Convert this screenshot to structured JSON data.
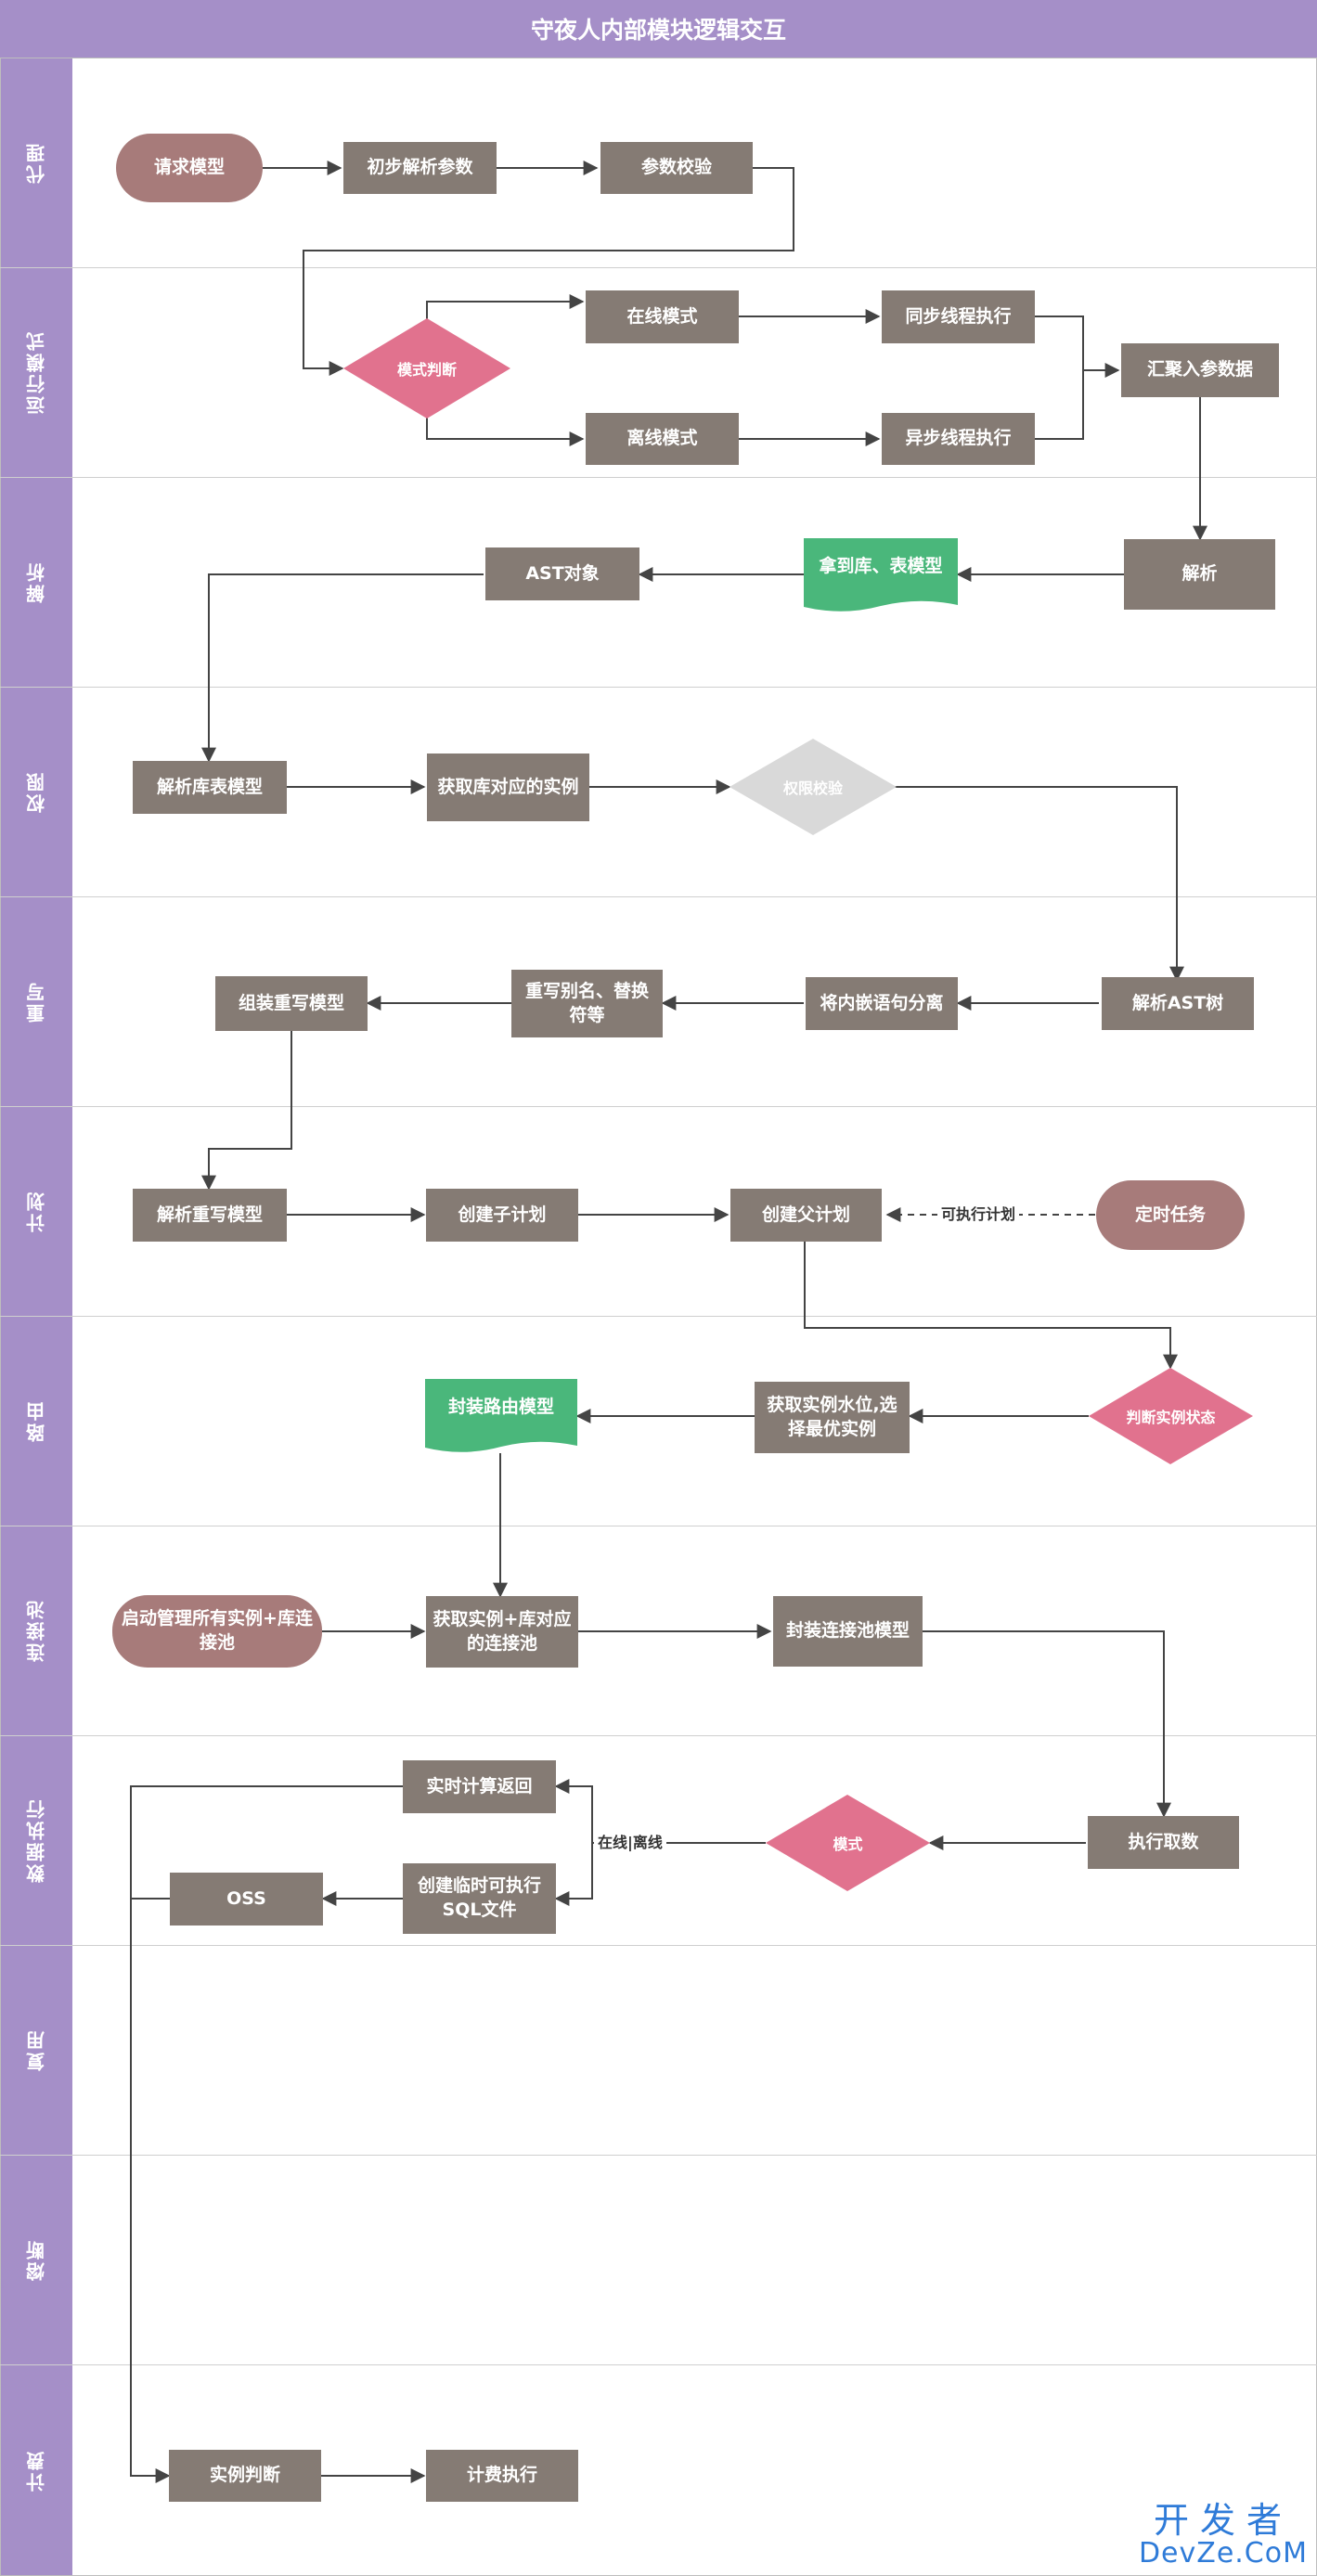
{
  "title": "守夜人内部模块逻辑交互",
  "lanes": [
    "代理",
    "运行模式",
    "解析",
    "权限",
    "重写",
    "计划",
    "路由",
    "连接池",
    "数据执行",
    "复用",
    "熔断",
    "计费"
  ],
  "nodes": {
    "request_model": "请求模型",
    "parse_params": "初步解析参数",
    "param_check": "参数校验",
    "mode_decision": "模式判断",
    "online_mode": "在线模式",
    "offline_mode": "离线模式",
    "sync_thread": "同步线程执行",
    "async_thread": "异步线程执行",
    "collect_params": "汇聚入参数据",
    "parse": "解析",
    "get_db_table_model": "拿到库、表模型",
    "ast_object": "AST对象",
    "parse_db_table_model": "解析库表模型",
    "get_db_instance": "获取库对应的实例",
    "permission_check": "权限校验",
    "parse_ast_tree": "解析AST树",
    "split_nested": "将内嵌语句分离",
    "rewrite_alias": "重写别名、替换符等",
    "assemble_rewrite_model": "组装重写模型",
    "parse_rewrite_model": "解析重写模型",
    "create_child_plan": "创建子计划",
    "create_parent_plan": "创建父计划",
    "scheduled_task": "定时任务",
    "executable_plan_label": "可执行计划",
    "judge_instance_state": "判断实例状态",
    "get_instance_level": "获取实例水位,选择最优实例",
    "package_route_model": "封装路由模型",
    "start_manage_instances": "启动管理所有实例+库连接池",
    "get_instance_pool": "获取实例+库对应的连接池",
    "package_pool_model": "封装连接池模型",
    "execute_fetch": "执行取数",
    "mode": "模式",
    "online_offline_label": "在线|离线",
    "realtime_return": "实时计算返回",
    "create_temp_sql": "创建临时可执行SQL文件",
    "oss": "OSS",
    "instance_judge": "实例判断",
    "billing_execute": "计费执行"
  },
  "colors": {
    "lane_header": "#a58fc8",
    "process": "#857b74",
    "terminal": "#a77b7a",
    "decision": "#e1728e",
    "decision_disabled": "#d9d9d9",
    "document": "#4ab77b",
    "connector": "#444444"
  },
  "watermark": {
    "cn": "开发者",
    "en": "DevZe.CoM"
  }
}
